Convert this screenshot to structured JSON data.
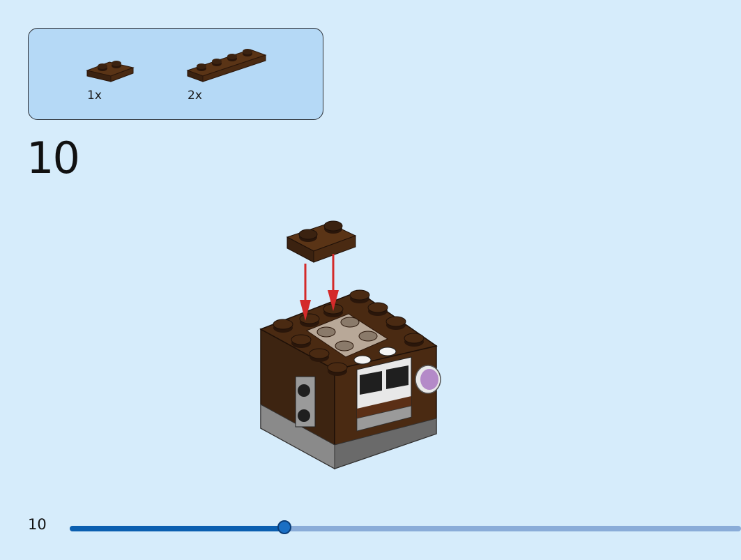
{
  "parts_list": {
    "items": [
      {
        "name": "brown-plate-1x2",
        "qty": "1x"
      },
      {
        "name": "brown-plate-1x4",
        "qty": "2x"
      }
    ]
  },
  "step": {
    "number": "10"
  },
  "footer": {
    "page_number": "10",
    "progress_fraction": 0.32
  },
  "colors": {
    "background": "#d6ecfb",
    "parts_box": "#b5d9f6",
    "brick_brown": "#4a2a12",
    "arrow": "#d42a2a",
    "progress_fill": "#0b5fb0",
    "progress_track": "#8aacd8"
  }
}
